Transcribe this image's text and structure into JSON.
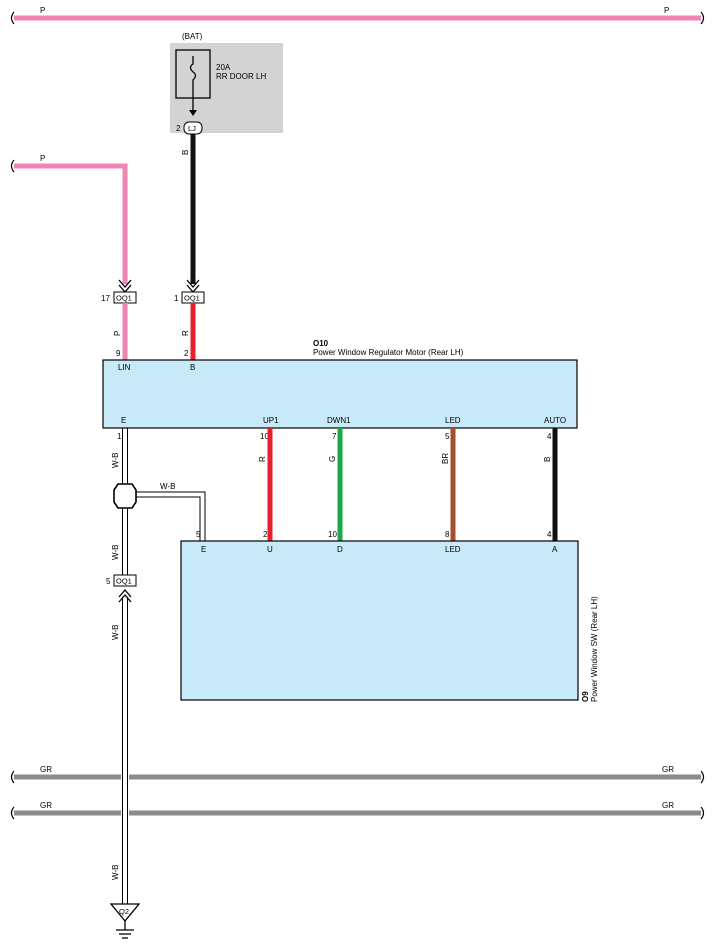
{
  "colors": {
    "pink": "#f084b4",
    "gray": "#8c8c8c",
    "black": "#111111",
    "red": "#e8202a",
    "green": "#1aa84a",
    "brown": "#a5502b",
    "box_fill": "#c8eaf8",
    "fuse_area": "#d3d3d3"
  },
  "bus": {
    "top_left": "P",
    "top_right": "P",
    "gr1_left": "GR",
    "gr1_right": "GR",
    "gr2_left": "GR",
    "gr2_right": "GR"
  },
  "pink_feed_label": "P",
  "fuse": {
    "source": "(BAT)",
    "rating": "20A",
    "name": "RR DOOR LH",
    "pin": "2",
    "connector": "LJ",
    "wire": "B"
  },
  "connector_oq1": {
    "name": "OQ1",
    "pin_left": "17",
    "pin_right": "1",
    "pin_ground": "5"
  },
  "motor": {
    "id": "O10",
    "name": "Power Window Regulator Motor (Rear LH)",
    "top_pins": [
      {
        "pin": "9",
        "label": "LIN",
        "wire": "P"
      },
      {
        "pin": "2",
        "label": "B",
        "wire": "R"
      }
    ],
    "bottom_pins": [
      {
        "pin": "1",
        "label": "E",
        "wire": "W-B"
      },
      {
        "pin": "10",
        "label": "UP1",
        "wire": "R"
      },
      {
        "pin": "7",
        "label": "DWN1",
        "wire": "G"
      },
      {
        "pin": "5",
        "label": "LED",
        "wire": "BR"
      },
      {
        "pin": "4",
        "label": "AUTO",
        "wire": "B"
      }
    ]
  },
  "switch": {
    "id": "O9",
    "name": "Power Window SW (Rear LH)",
    "pins": [
      {
        "pin": "5",
        "label": "E"
      },
      {
        "pin": "2",
        "label": "U"
      },
      {
        "pin": "10",
        "label": "D"
      },
      {
        "pin": "8",
        "label": "LED"
      },
      {
        "pin": "4",
        "label": "A"
      }
    ]
  },
  "ground": {
    "splice_wire": "W-B",
    "wire_1": "W-B",
    "wire_2": "W-B",
    "wire_3": "W-B",
    "wire_4": "W-B",
    "point": "Q2"
  }
}
